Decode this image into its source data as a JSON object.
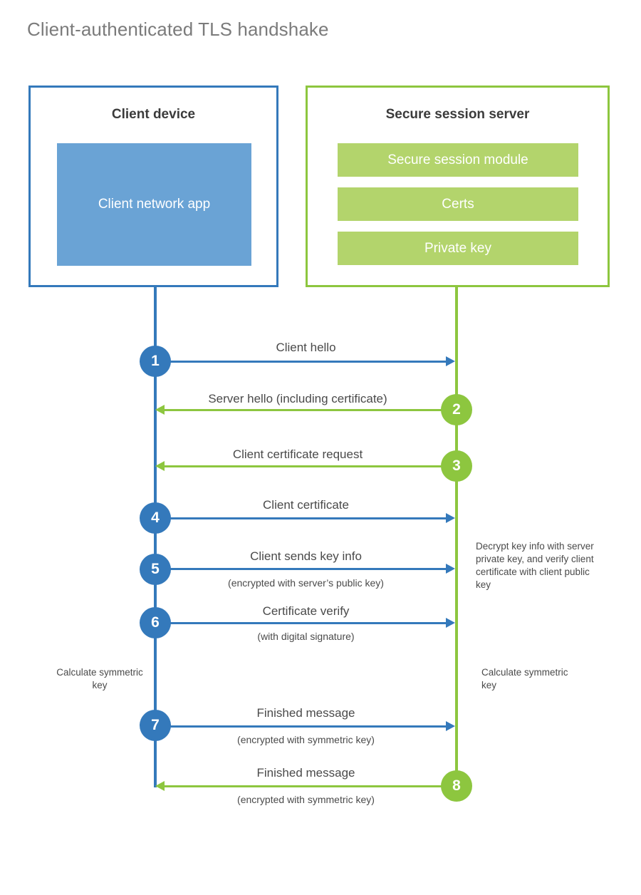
{
  "title": "Client-authenticated TLS handshake",
  "colors": {
    "client_blue": "#3479bb",
    "client_app_fill": "#6aa3d5",
    "server_green": "#8dc63f",
    "server_bar_fill": "#b3d46c",
    "text_gray": "#4a4a4a",
    "title_gray": "#7b7b7b"
  },
  "client": {
    "title": "Client device",
    "app_label": "Client network app"
  },
  "server": {
    "title": "Secure session server",
    "components": [
      "Secure session module",
      "Certs",
      "Private key"
    ]
  },
  "messages": [
    {
      "step": "1",
      "label": "Client hello",
      "sublabel": "",
      "from": "client",
      "to": "server",
      "direction": "right",
      "color": "blue"
    },
    {
      "step": "2",
      "label": "Server hello (including certificate)",
      "sublabel": "",
      "from": "server",
      "to": "client",
      "direction": "left",
      "color": "green"
    },
    {
      "step": "3",
      "label": "Client certificate request",
      "sublabel": "",
      "from": "server",
      "to": "client",
      "direction": "left",
      "color": "green"
    },
    {
      "step": "4",
      "label": "Client certificate",
      "sublabel": "",
      "from": "client",
      "to": "server",
      "direction": "right",
      "color": "blue"
    },
    {
      "step": "5",
      "label": "Client sends key info",
      "sublabel": "(encrypted with server’s public key)",
      "from": "client",
      "to": "server",
      "direction": "right",
      "color": "blue"
    },
    {
      "step": "6",
      "label": "Certificate verify",
      "sublabel": "(with digital signature)",
      "from": "client",
      "to": "server",
      "direction": "right",
      "color": "blue"
    },
    {
      "step": "7",
      "label": "Finished message",
      "sublabel": "(encrypted with symmetric key)",
      "from": "client",
      "to": "server",
      "direction": "right",
      "color": "blue"
    },
    {
      "step": "8",
      "label": "Finished message",
      "sublabel": "(encrypted with symmetric key)",
      "from": "server",
      "to": "client",
      "direction": "left",
      "color": "green"
    }
  ],
  "notes": {
    "decrypt": "Decrypt key info with server private key, and verify client certificate with client public key",
    "calculate_client": "Calculate symmetric key",
    "calculate_server": "Calculate symmetric key"
  }
}
